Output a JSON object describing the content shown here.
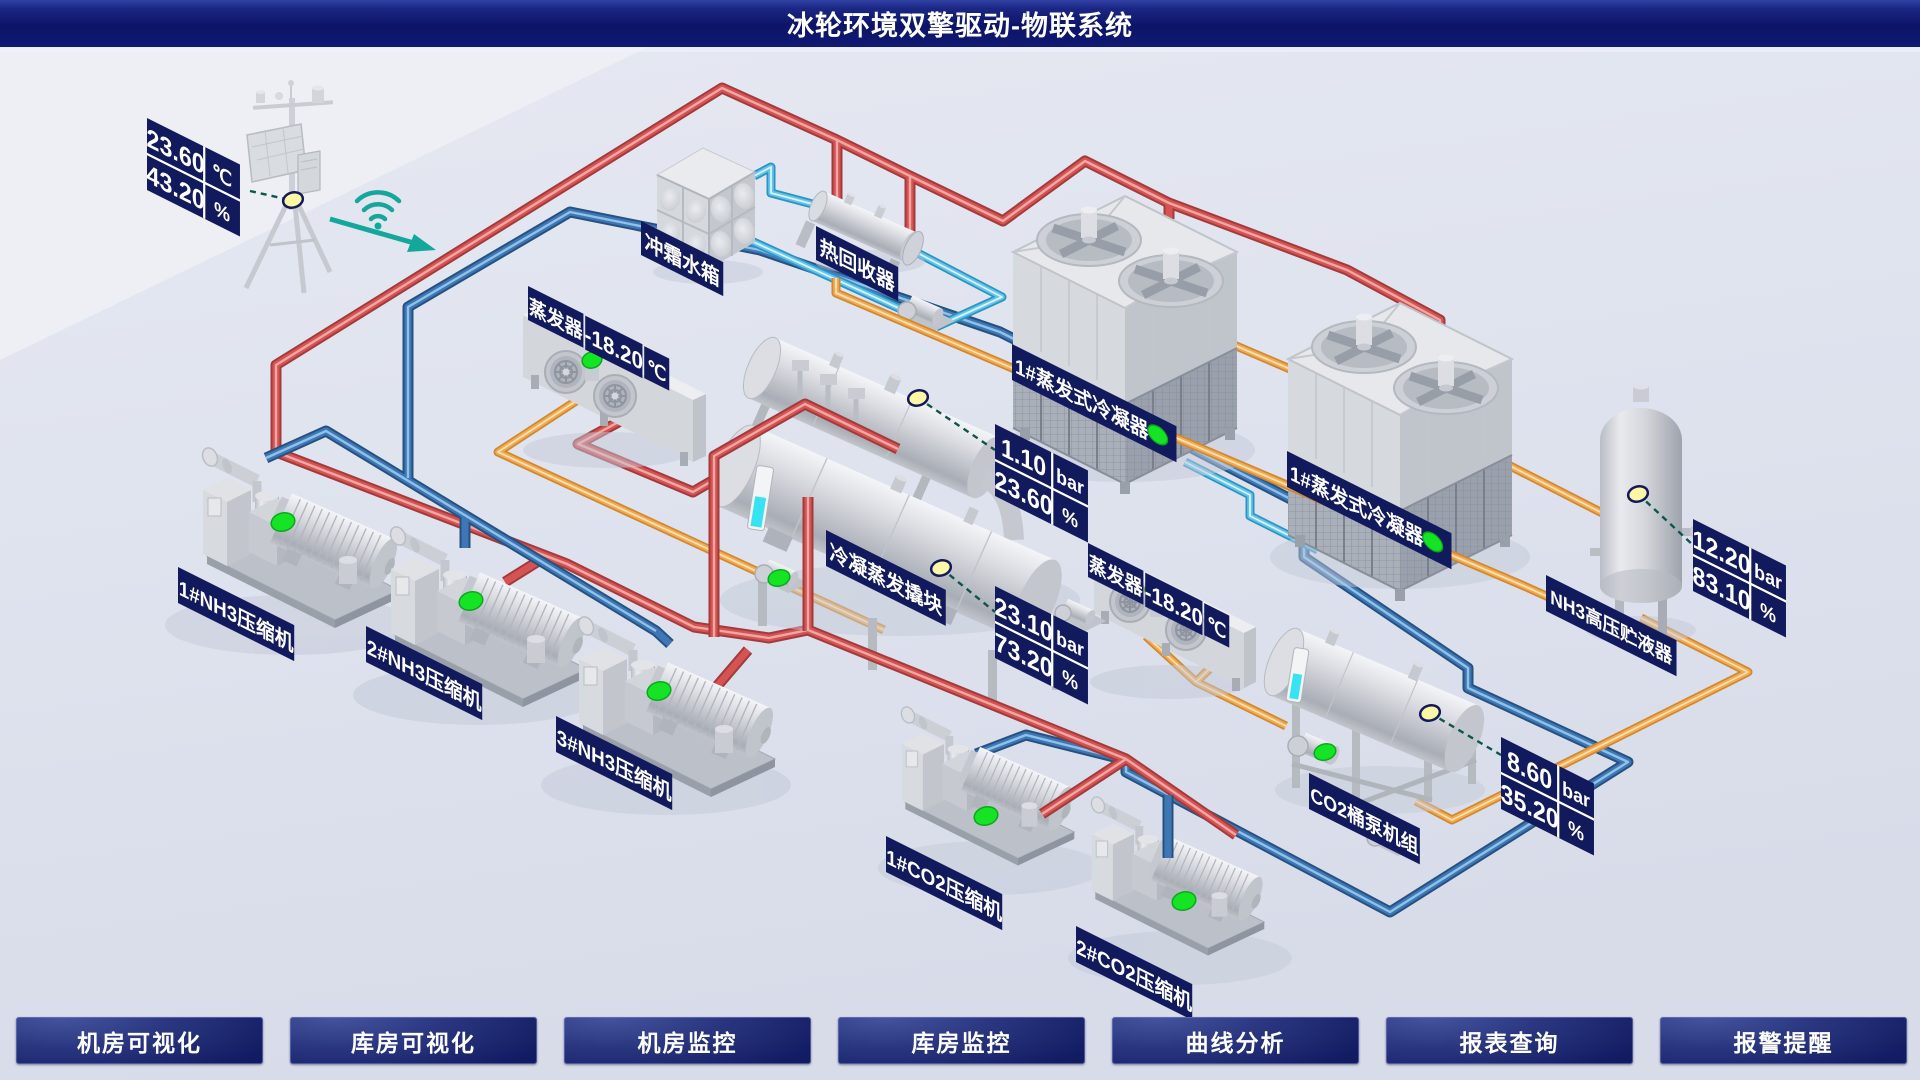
{
  "header": {
    "title": "冰轮环境双擎驱动-物联系统"
  },
  "nav": {
    "items": [
      {
        "label": "机房可视化"
      },
      {
        "label": "库房可视化"
      },
      {
        "label": "机房监控"
      },
      {
        "label": "库房监控"
      },
      {
        "label": "曲线分析"
      },
      {
        "label": "报表查询"
      },
      {
        "label": "报警提醒"
      }
    ]
  },
  "equipment_labels": {
    "water_tank": "冲霜水箱",
    "heat_recovery": "热回收器",
    "evaporator1": {
      "name": "蒸发器",
      "value": "-18.20",
      "unit": "℃"
    },
    "evaporator2": {
      "name": "蒸发器",
      "value": "-18.20",
      "unit": "℃"
    },
    "condenser1": "1#蒸发式冷凝器",
    "condenser2": "1#蒸发式冷凝器",
    "skid": "冷凝蒸发撬块",
    "nh3_receiver": "NH3高压贮液器",
    "co2_pump_unit": "CO2桶泵机组",
    "nh3_compressor1": "1#NH3压缩机",
    "nh3_compressor2": "2#NH3压缩机",
    "nh3_compressor3": "3#NH3压缩机",
    "co2_compressor1": "1#CO2压缩机",
    "co2_compressor2": "2#CO2压缩机"
  },
  "sensors": {
    "weather": {
      "v1": "23.60",
      "u1": "℃",
      "v2": "43.20",
      "u2": "%"
    },
    "skid_upper": {
      "v1": "1.10",
      "u1": "bar",
      "v2": "23.60",
      "u2": "%"
    },
    "skid_lower": {
      "v1": "23.10",
      "u1": "bar",
      "v2": "73.20",
      "u2": "%"
    },
    "nh3_receiver": {
      "v1": "12.20",
      "u1": "bar",
      "v2": "83.10",
      "u2": "%"
    },
    "co2_pump": {
      "v1": "8.60",
      "u1": "bar",
      "v2": "35.20",
      "u2": "%"
    }
  },
  "colors": {
    "header_bg": "#0c1468",
    "label_bg": "#121a5e",
    "pipe_red": "#d65151",
    "pipe_blue": "#3c74b4",
    "pipe_cyan": "#5fc2ec",
    "pipe_orange": "#f2a74e",
    "status_green": "#15e425",
    "status_yellow": "#fdf7a3",
    "accent_teal": "#14a79b",
    "background": "#dfe3ee"
  }
}
